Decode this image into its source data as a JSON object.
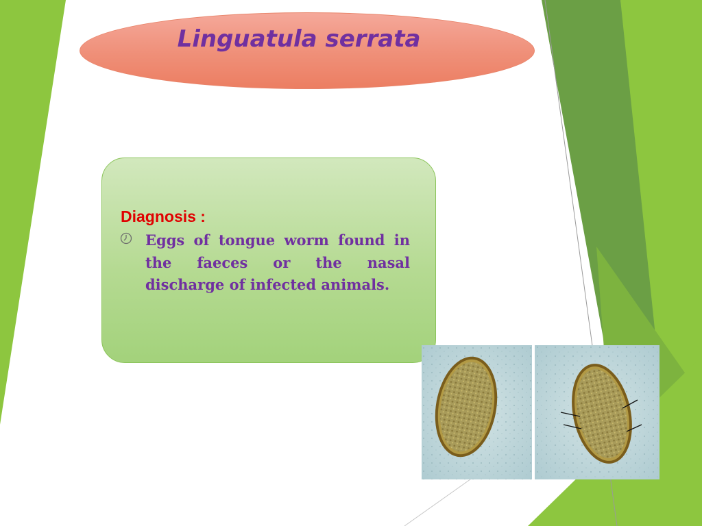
{
  "slide": {
    "title": "Linguatula serrata",
    "diagnosis_heading": "Diagnosis :",
    "bullet_icon": "clock-icon",
    "bullet_text": "Eggs of tongue worm found in the faeces or the nasal discharge of infected animals."
  },
  "images": [
    {
      "name": "linguatula-egg-photo"
    },
    {
      "name": "linguatula-egg-annotated-photo"
    }
  ],
  "colors": {
    "title_text": "#7030a0",
    "heading": "#e00000",
    "body_text": "#7030a0",
    "accent_green": "#8dc63f",
    "dark_green": "#6ba043",
    "title_fill": "#ef8f78"
  }
}
